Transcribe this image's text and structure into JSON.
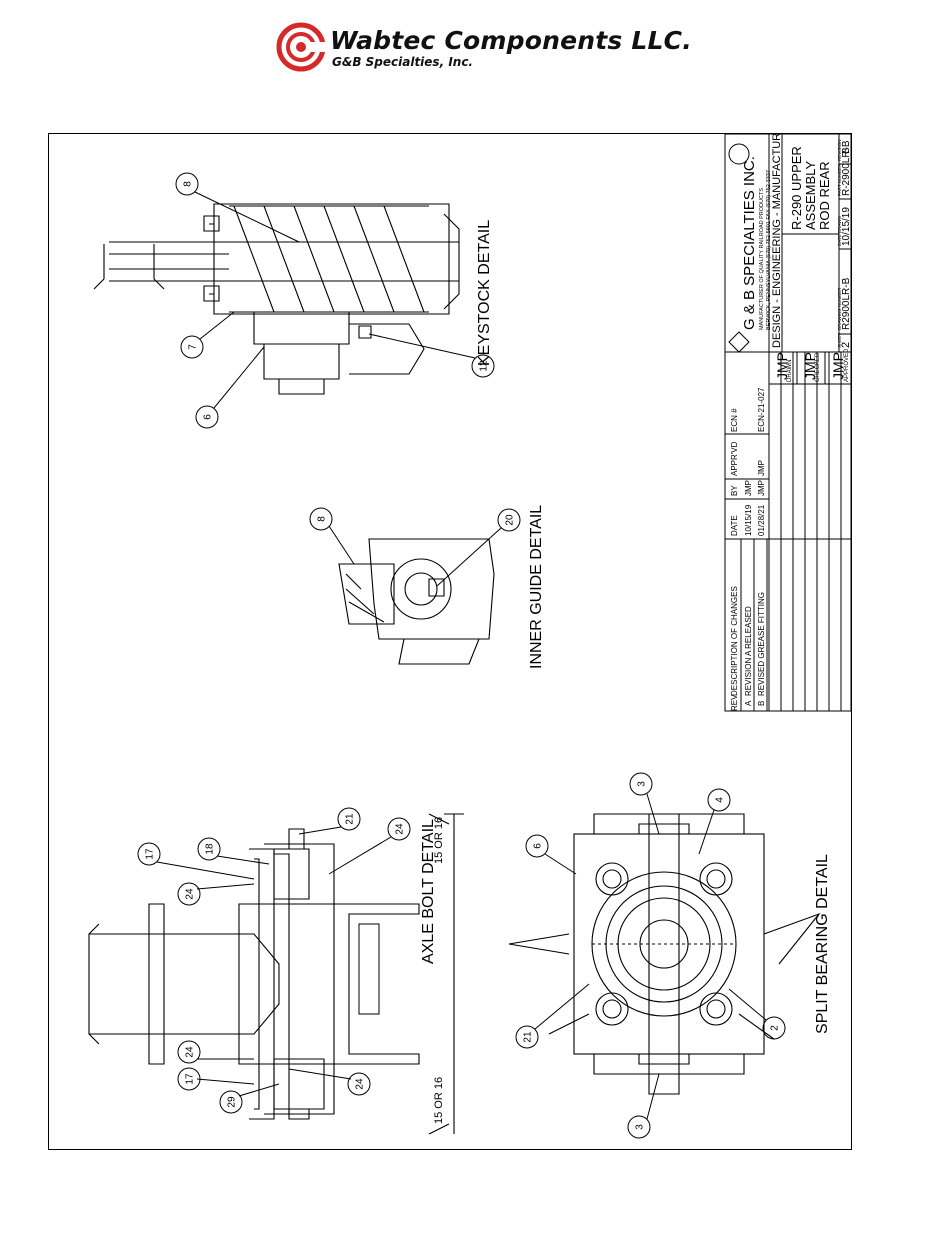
{
  "header": {
    "company": "Wabtec Components LLC.",
    "subsidiary": "G&B Specialties, Inc."
  },
  "details": {
    "keystock": "KEYSTOCK DETAIL",
    "inner_guide": "INNER GUIDE DETAIL",
    "axle_bolt": "AXLE BOLT DETAIL",
    "split_bearing": "SPLIT BEARING DETAIL"
  },
  "callouts": {
    "keystock": [
      "8",
      "7",
      "6",
      "12"
    ],
    "inner_guide": [
      "8",
      "20"
    ],
    "axle_bolt": [
      "17",
      "18",
      "21",
      "24",
      "24",
      "24",
      "17",
      "24",
      "29"
    ],
    "split_bearing": [
      "6",
      "3",
      "4",
      "21",
      "2",
      "3"
    ]
  },
  "dimension_labels": {
    "right": "15 OR 16",
    "left": "15 OR 16"
  },
  "revision_table": {
    "headers": [
      "REV",
      "DESCRIPTION OF CHANGES",
      "DATE",
      "BY",
      "APPR'VD",
      "ECN #"
    ],
    "rows": [
      [
        "A",
        "REVISION A RELEASED",
        "10/15/19",
        "JMP",
        "",
        ""
      ],
      [
        "B",
        "REVISED GREASE FITTING",
        "01/28/21",
        "JMP",
        "JMP",
        "ECN-21-027"
      ]
    ]
  },
  "signoff": {
    "drawn_label": "DRAWN",
    "drawn": "JMP",
    "checked_label": "CHECKED",
    "checked": "JMP",
    "approved_label": "APPROVED",
    "approved": "JMP"
  },
  "title_block": {
    "company": "G & B SPECIALTIES INC.",
    "tagline": "MANUFACTURER OF QUALITY RAILROAD PRODUCTS",
    "address": "BERWICK, PENNSYLVANIA (570) 752-5901 FAX (570) 752-3337",
    "department": "DESIGN - ENGINEERING - MANUFACTURING",
    "title_lines": [
      "R-290 UPPER",
      "ASSEMBLY",
      "ROD REAR"
    ],
    "sheet_label": "SHEET",
    "sheet": "2",
    "drawing_number_label": "DRAWING NUMBER",
    "drawing_number": "R2900LR-B",
    "date_label": "DATE DRAWN",
    "date": "10/15/19",
    "part_number_label": "PART NUMBER",
    "part_number": "R-2900LR-B",
    "revision_label": "REVISION",
    "revision": "B"
  }
}
